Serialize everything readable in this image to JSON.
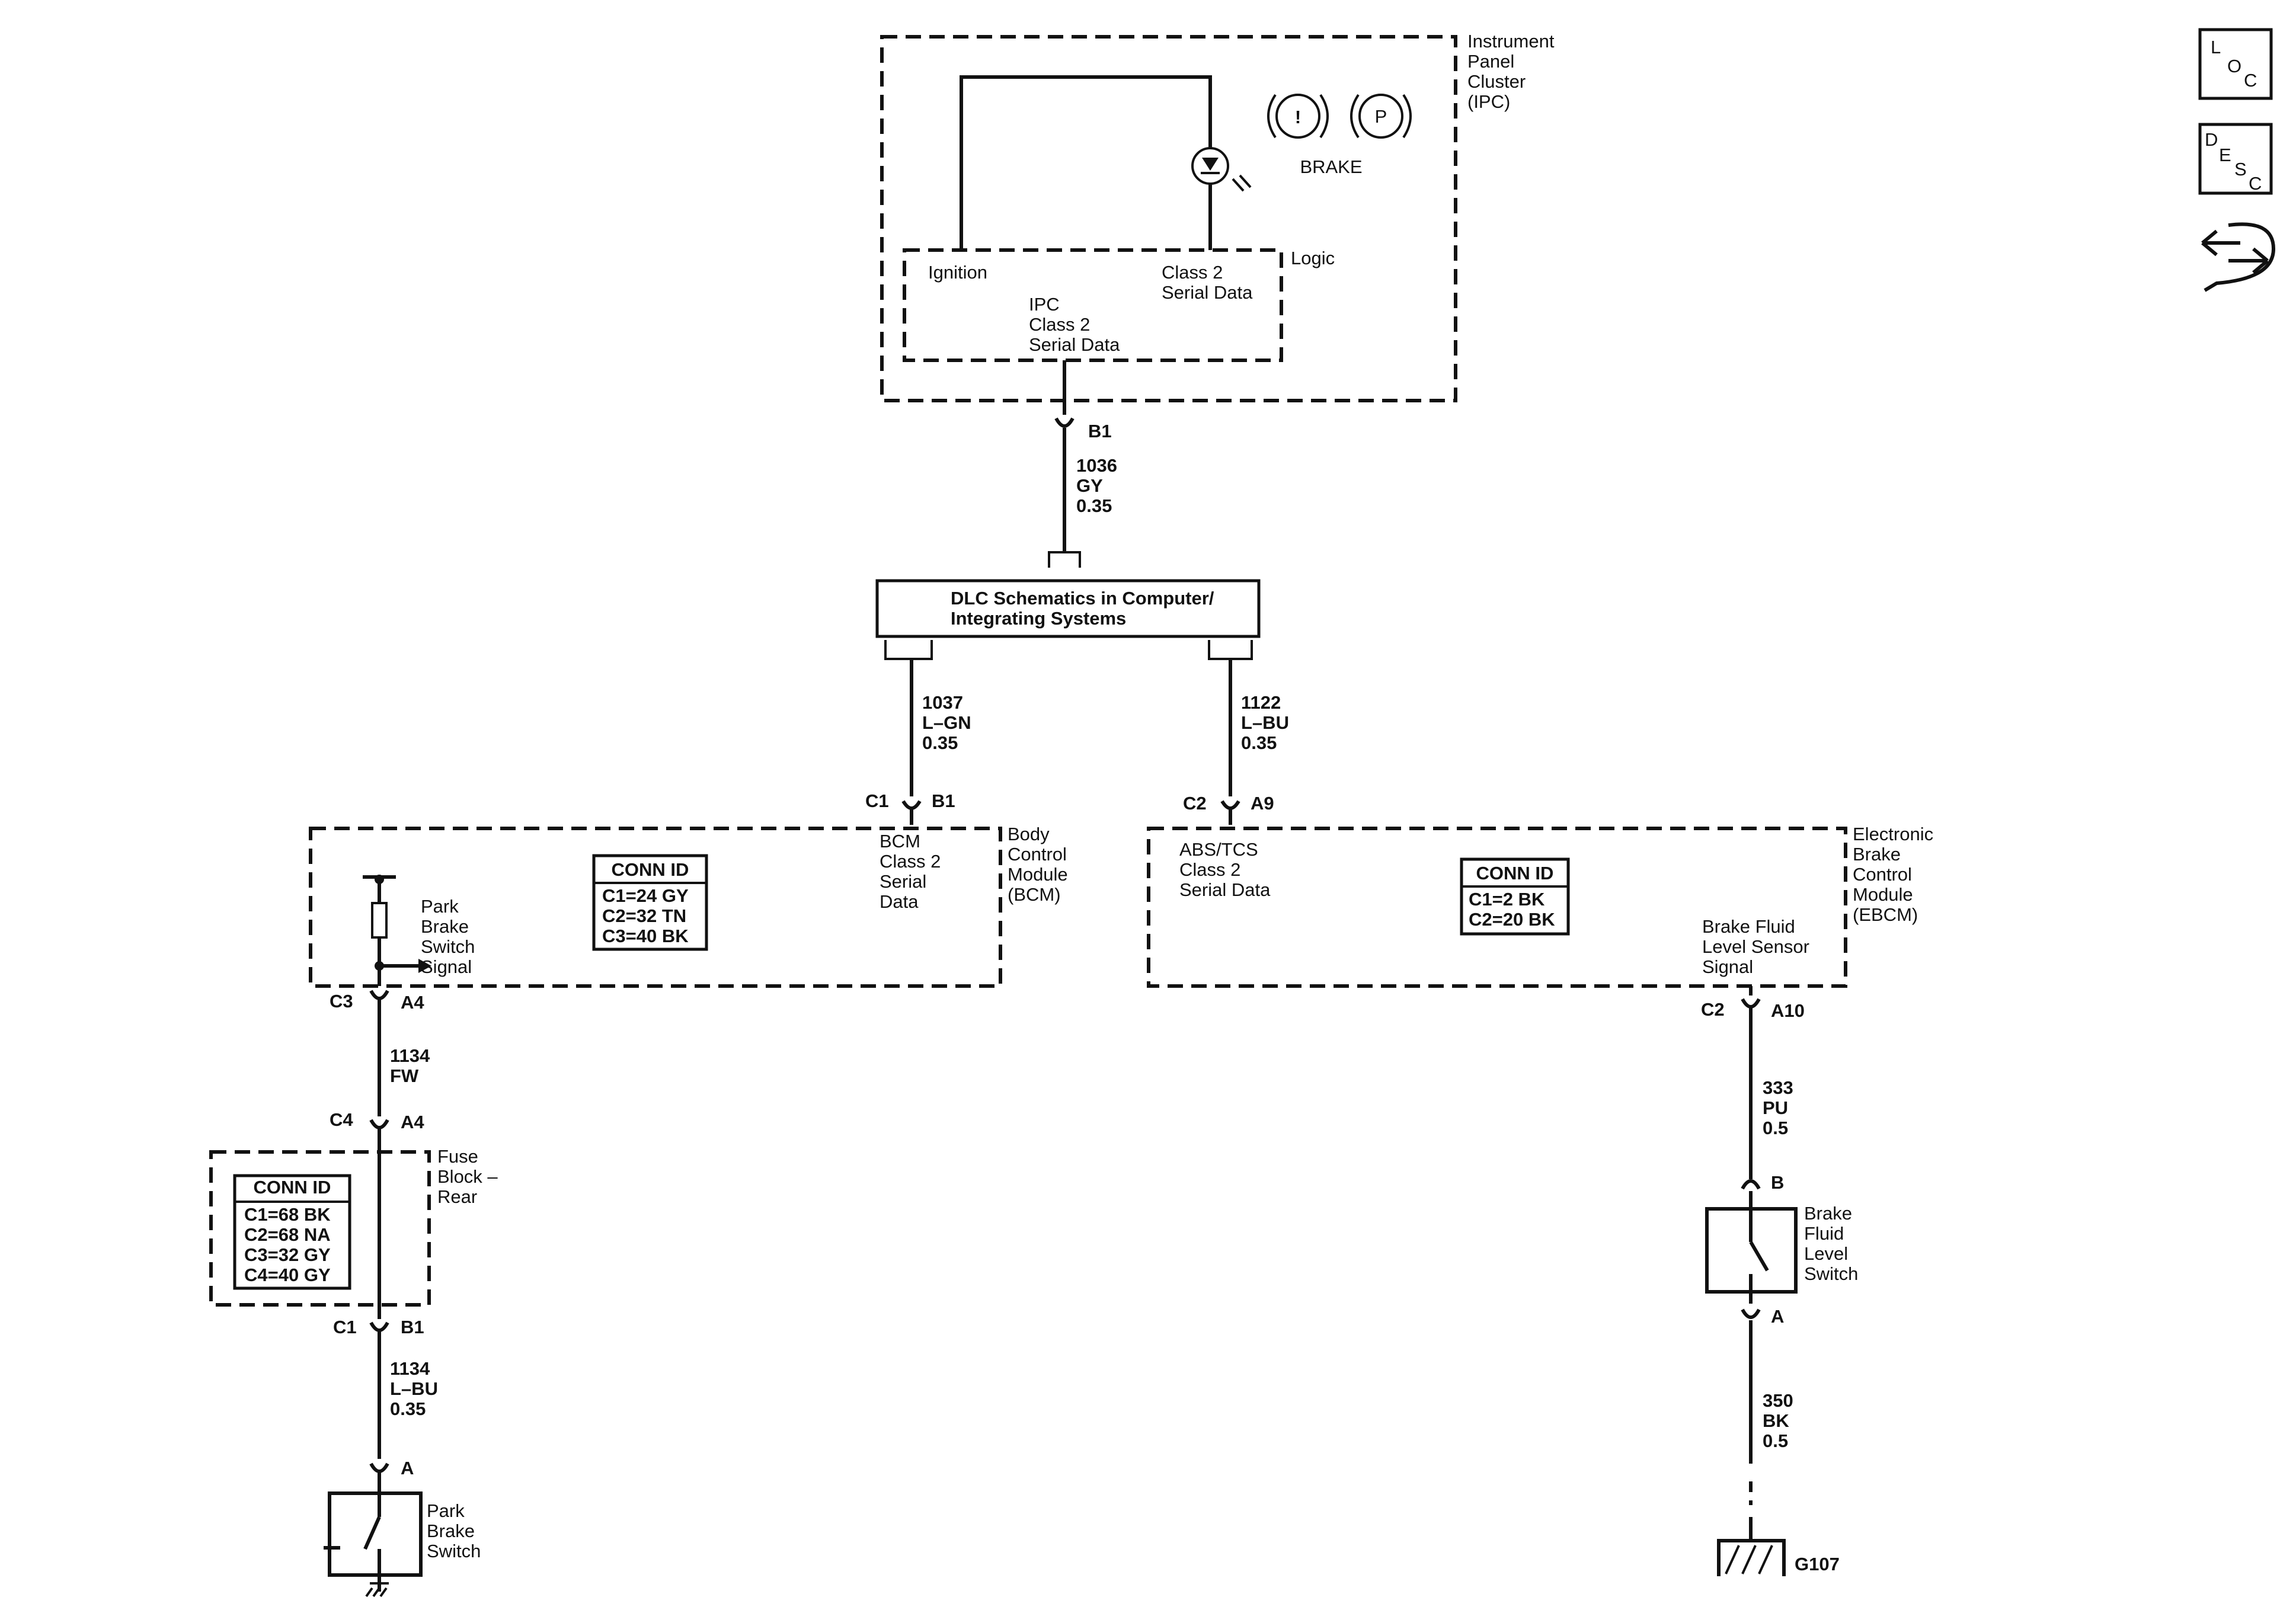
{
  "ipc": {
    "name": [
      "Instrument",
      "Panel",
      "Cluster",
      "(IPC)"
    ],
    "brake_label": "BRAKE",
    "warning_glyph": "!",
    "park_glyph": "P",
    "logic_label": "Logic",
    "ignition_label": "Ignition",
    "class2_label": [
      "Class 2",
      "Serial Data"
    ],
    "ipc_class2": [
      "IPC",
      "Class 2",
      "Serial Data"
    ]
  },
  "wires": {
    "w1036": {
      "pin": "B1",
      "lines": [
        "1036",
        "GY",
        "0.35"
      ]
    },
    "w1037": {
      "conn": "C1",
      "pin": "B1",
      "lines": [
        "1037",
        "L–GN",
        "0.35"
      ]
    },
    "w1122": {
      "conn": "C2",
      "pin": "A9",
      "lines": [
        "1122",
        "L–BU",
        "0.35"
      ]
    },
    "w1134a": {
      "conn": "C3",
      "pin": "A4",
      "lines": [
        "1134",
        "FW"
      ]
    },
    "w1134b": {
      "conn": "C4",
      "pin": "A4"
    },
    "w1134c": {
      "conn": "C1",
      "pin": "B1",
      "lines": [
        "1134",
        "L–BU",
        "0.35"
      ]
    },
    "w333": {
      "conn": "C2",
      "pin": "A10",
      "lines": [
        "333",
        "PU",
        "0.5"
      ]
    },
    "w350": {
      "lines": [
        "350",
        "BK",
        "0.5"
      ]
    }
  },
  "dlc": {
    "label": [
      "DLC Schematics in Computer/",
      "Integrating Systems"
    ]
  },
  "bcm": {
    "name": [
      "Body",
      "Control",
      "Module",
      "(BCM)"
    ],
    "class2": [
      "BCM",
      "Class 2",
      "Serial",
      "Data"
    ],
    "conn_id_title": "CONN ID",
    "conn_ids": [
      "C1=24 GY",
      "C2=32 TN",
      "C3=40 BK"
    ],
    "park_signal": [
      "Park",
      "Brake",
      "Switch",
      "Signal"
    ]
  },
  "ebcm": {
    "name": [
      "Electronic",
      "Brake",
      "Control",
      "Module",
      "(EBCM)"
    ],
    "class2": [
      "ABS/TCS",
      "Class 2",
      "Serial Data"
    ],
    "conn_id_title": "CONN ID",
    "conn_ids": [
      "C1=2 BK",
      "C2=20 BK"
    ],
    "fluid_signal": [
      "Brake Fluid",
      "Level Sensor",
      "Signal"
    ]
  },
  "fuse_block": {
    "name": [
      "Fuse",
      "Block –",
      "Rear"
    ],
    "conn_id_title": "CONN ID",
    "conn_ids": [
      "C1=68 BK",
      "C2=68 NA",
      "C3=32 GY",
      "C4=40 GY"
    ]
  },
  "park_switch": {
    "pin": "A",
    "name": [
      "Park",
      "Brake",
      "Switch"
    ]
  },
  "fluid_switch": {
    "pin_top": "B",
    "pin_bottom": "A",
    "name": [
      "Brake",
      "Fluid",
      "Level",
      "Switch"
    ]
  },
  "ground": {
    "label": "G107"
  },
  "side_icons": {
    "loc": [
      "L",
      "O",
      "C"
    ],
    "desc": [
      "D",
      "E",
      "S",
      "C"
    ],
    "icons": [
      "loc-icon",
      "desc-icon",
      "connector-end-view-icon"
    ]
  }
}
